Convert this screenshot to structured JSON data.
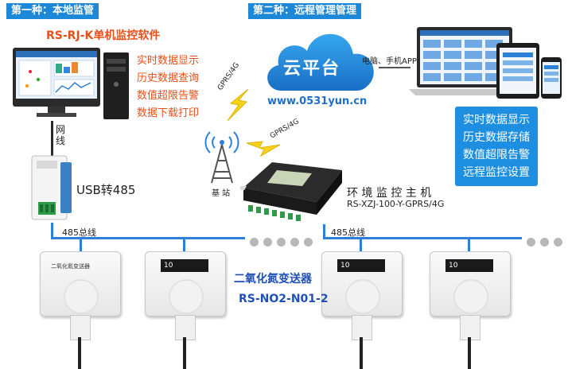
{
  "left_tag": "第一种：本地监管",
  "right_tag": "第二种：远程管理管理",
  "software_title": "RS-RJ-K单机监控软件",
  "local_features": [
    "实时数据显示",
    "历史数据查询",
    "数值超限告警",
    "数据下载打印"
  ],
  "cable_label": [
    "网",
    "线"
  ],
  "usb_label": "USB转485",
  "cloud_label": "云平台",
  "cloud_url": "www.0531yun.cn",
  "cloud_target": "电脑、手机APP等",
  "remote_features": [
    "实时数据显示",
    "历史数据存储",
    "数值超限告警",
    "远程监控设置"
  ],
  "gprs_label_1": "GPRS/4G",
  "gprs_label_2": "GPRS/4G",
  "base_station_label": "基 站",
  "host_title": "环 境 监 控 主 机",
  "host_model": "RS-XZJ-100-Y-GPRS/4G",
  "bus_label_left": "485总线",
  "bus_label_right": "485总线",
  "sensor_name": "二氧化氮变送器",
  "sensor_model": "RS-NO2-N01-2",
  "sensor_device_label": "二氧化氮变送器",
  "sensor_screen_value": "10",
  "colors": {
    "accent_blue": "#1e88d8",
    "accent_orange": "#e8501a",
    "bus_blue": "#2d7fd8"
  }
}
